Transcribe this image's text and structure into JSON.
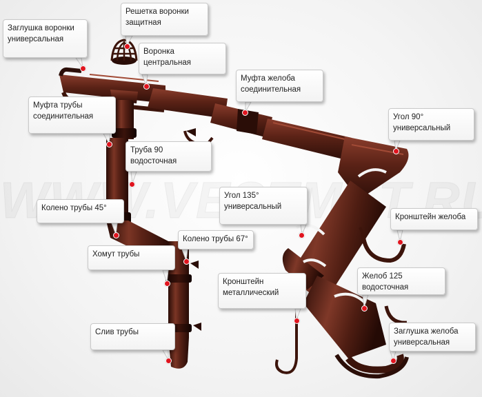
{
  "watermark": "WWW.VESTMET.RU",
  "colors": {
    "metal": "#4a1c12",
    "metal_light": "#7a3526",
    "metal_dark": "#2b0e08",
    "accent_dot": "#e0141e"
  },
  "labels": {
    "zaglushka_voronki": "Заглушка воронки универсальная",
    "reshetka_voronki": "Решетка воронки защитная",
    "voronka_centralnaya": "Воронка центральная",
    "mufta_zheloba": "Муфта желоба соединительная",
    "mufta_truby": "Муфта трубы соединительная",
    "ugol_90": "Угол 90° универсальный",
    "truba_90": "Труба 90 водосточная",
    "ugol_135": "Угол 135° универсальный",
    "koleno_45": "Колено трубы 45°",
    "kronshtein_zheloba": "Кронштейн желоба",
    "koleno_67": "Колено трубы 67°",
    "khomut_truby": "Хомут трубы",
    "kronshtein_metall": "Кронштейн металлический",
    "zhelob_125": "Желоб 125 водосточная",
    "sliv_truby": "Слив трубы",
    "zaglushka_zheloba": "Заглушка желоба универсальная"
  }
}
